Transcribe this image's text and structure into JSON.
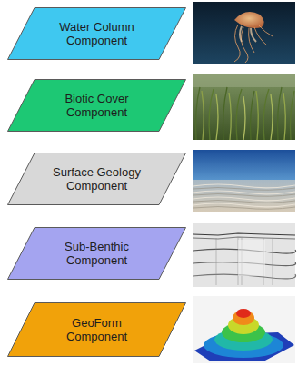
{
  "diagram": {
    "nodes": [
      {
        "text": [
          "Water Column Component"
        ]
      },
      {
        "text": [
          "Biotic Cover Component"
        ]
      },
      {
        "text": [
          "Surface Geology Component"
        ]
      },
      {
        "text": [
          "Sub-Benthic Component"
        ]
      },
      {
        "text": [
          "GeoForm Component"
        ]
      }
    ]
  }
}
